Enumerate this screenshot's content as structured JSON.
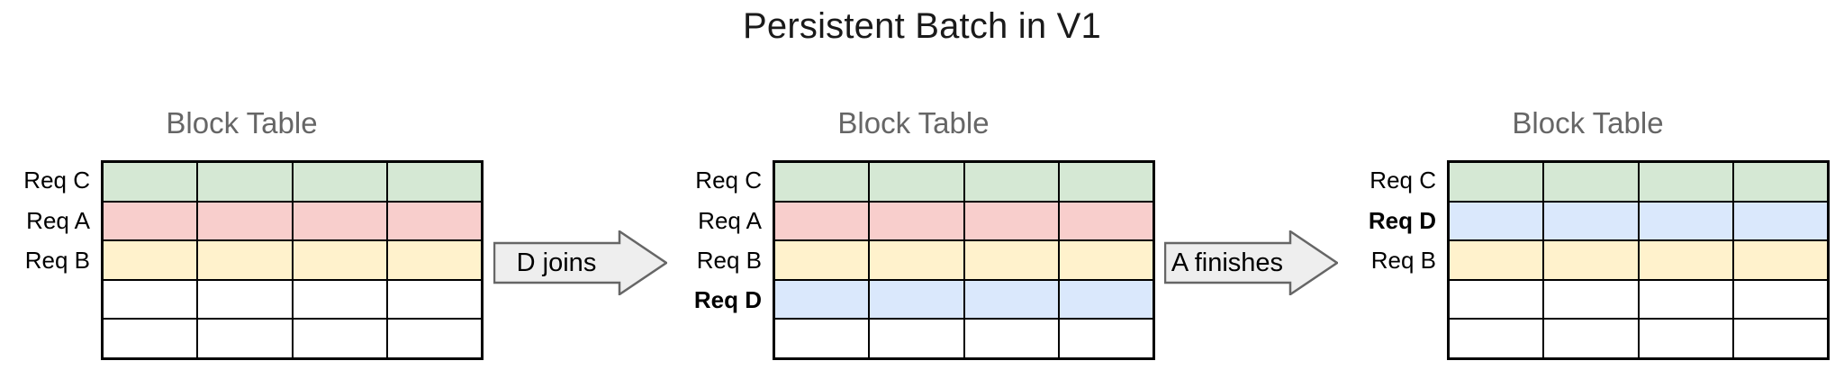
{
  "title": "Persistent Batch in V1",
  "colors": {
    "green": "#d5e8d4",
    "pink": "#f8cecc",
    "yellow": "#fff2cc",
    "blue": "#dae8fc",
    "empty": "#ffffff",
    "grid_stroke": "#000000",
    "table_caption": "#666666",
    "arrow_fill": "#eeeeee",
    "arrow_stroke": "#666666"
  },
  "stages": [
    {
      "caption": "Block Table",
      "columns": 4,
      "rows": [
        {
          "label": "Req C",
          "bold": false,
          "color": "#d5e8d4"
        },
        {
          "label": "Req A",
          "bold": false,
          "color": "#f8cecc"
        },
        {
          "label": "Req B",
          "bold": false,
          "color": "#fff2cc"
        },
        {
          "label": "",
          "bold": false,
          "color": "#ffffff"
        },
        {
          "label": "",
          "bold": false,
          "color": "#ffffff"
        }
      ]
    },
    {
      "caption": "Block Table",
      "columns": 4,
      "rows": [
        {
          "label": "Req C",
          "bold": false,
          "color": "#d5e8d4"
        },
        {
          "label": "Req A",
          "bold": false,
          "color": "#f8cecc"
        },
        {
          "label": "Req B",
          "bold": false,
          "color": "#fff2cc"
        },
        {
          "label": "Req D",
          "bold": true,
          "color": "#dae8fc"
        },
        {
          "label": "",
          "bold": false,
          "color": "#ffffff"
        }
      ]
    },
    {
      "caption": "Block Table",
      "columns": 4,
      "rows": [
        {
          "label": "Req C",
          "bold": false,
          "color": "#d5e8d4"
        },
        {
          "label": "Req D",
          "bold": true,
          "color": "#dae8fc"
        },
        {
          "label": "Req B",
          "bold": false,
          "color": "#fff2cc"
        },
        {
          "label": "",
          "bold": false,
          "color": "#ffffff"
        },
        {
          "label": "",
          "bold": false,
          "color": "#ffffff"
        }
      ]
    }
  ],
  "arrows": [
    {
      "label": "D joins"
    },
    {
      "label": "A finishes"
    }
  ]
}
